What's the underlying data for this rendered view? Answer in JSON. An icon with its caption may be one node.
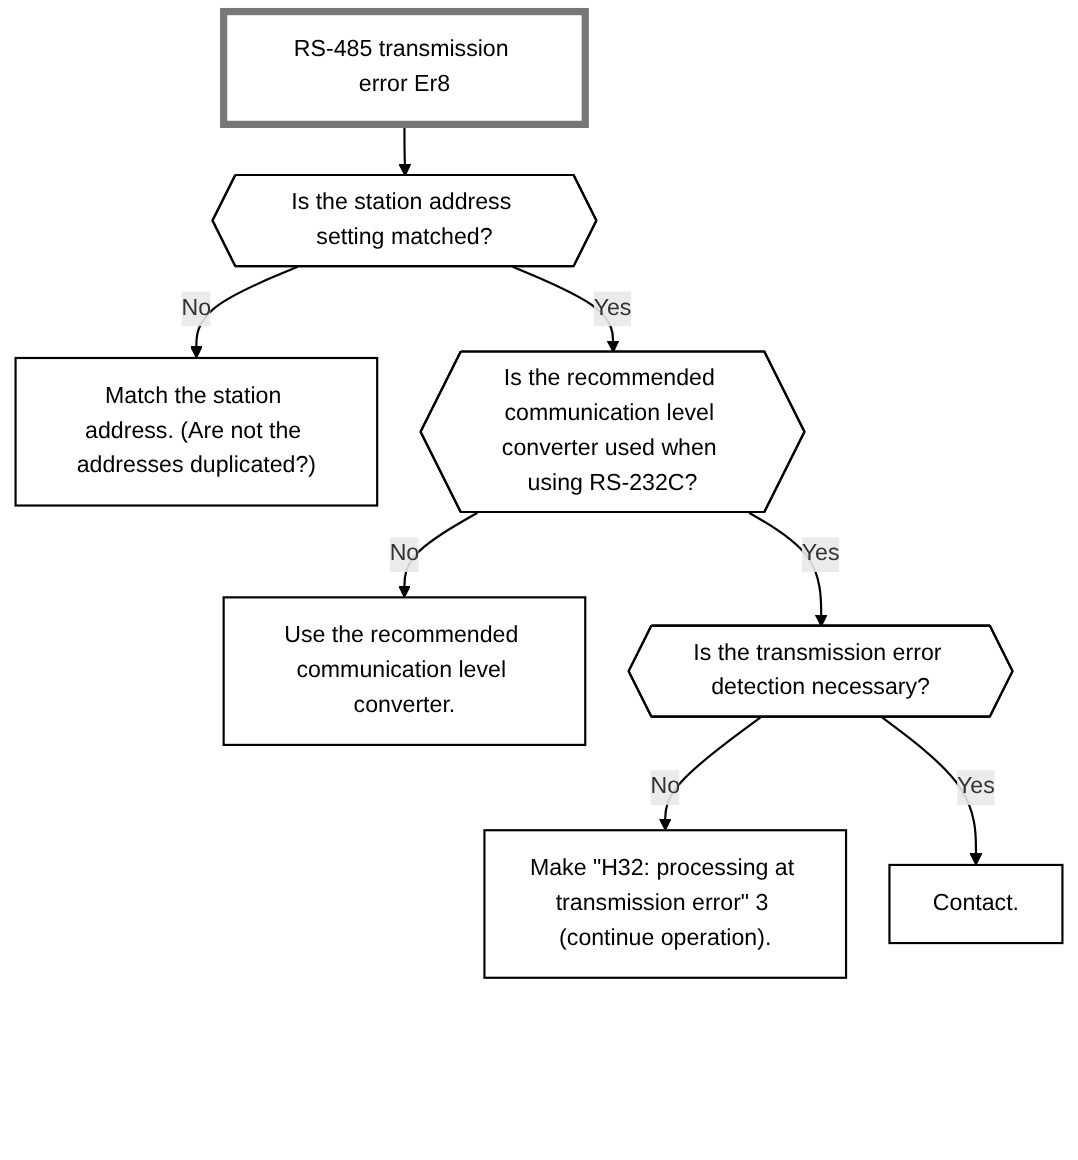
{
  "diagram": {
    "nodes": [
      {
        "text": [
          "RS-485 transmission error Er8"
        ]
      },
      {
        "text": [
          "Is the station address setting matched?"
        ]
      },
      {
        "text": [
          "Match the station address. (Are not the addresses duplicated?)"
        ]
      },
      {
        "text": [
          "Is the recommended communication level converter used when using RS-232C?"
        ]
      },
      {
        "text": [
          "Use the recommended communication level converter."
        ]
      },
      {
        "text": [
          "Is the transmission error detection necessary?"
        ]
      },
      {
        "text": [
          "Make \"H32: processing at transmission error\" 3 (continue operation)."
        ]
      },
      {
        "text": [
          "Contact."
        ]
      }
    ],
    "edges": [
      {
        "from": 0,
        "to": 1,
        "arrow": "to"
      },
      {
        "from": 1,
        "to": 2,
        "arrow": "to",
        "label": "No"
      },
      {
        "from": 1,
        "to": 3,
        "arrow": "to",
        "label": "Yes"
      },
      {
        "from": 3,
        "to": 4,
        "arrow": "to",
        "label": "No"
      },
      {
        "from": 3,
        "to": 5,
        "arrow": "to",
        "label": "Yes"
      },
      {
        "from": 5,
        "to": 6,
        "arrow": "to",
        "label": "No"
      },
      {
        "from": 5,
        "to": 7,
        "arrow": "to",
        "label": "Yes"
      }
    ]
  }
}
